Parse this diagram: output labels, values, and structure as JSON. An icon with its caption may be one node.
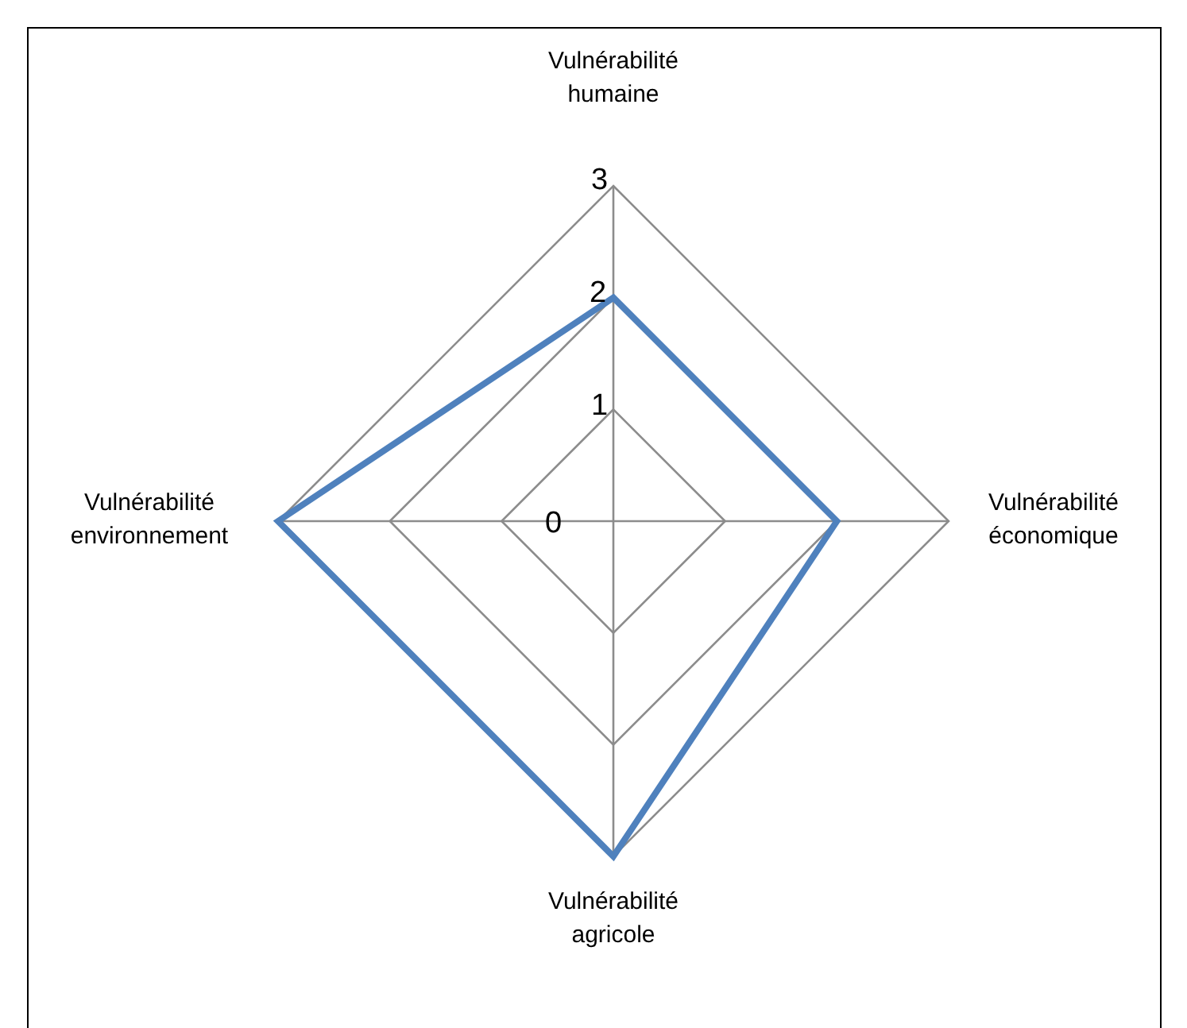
{
  "diagram": {
    "labels": [
      "Vulnérabilité humaine",
      "3",
      "2",
      "1",
      "Vulnérabilité environnement",
      "0",
      "Vulnérabilité économique",
      "Vulnérabilité agricole"
    ]
  }
}
